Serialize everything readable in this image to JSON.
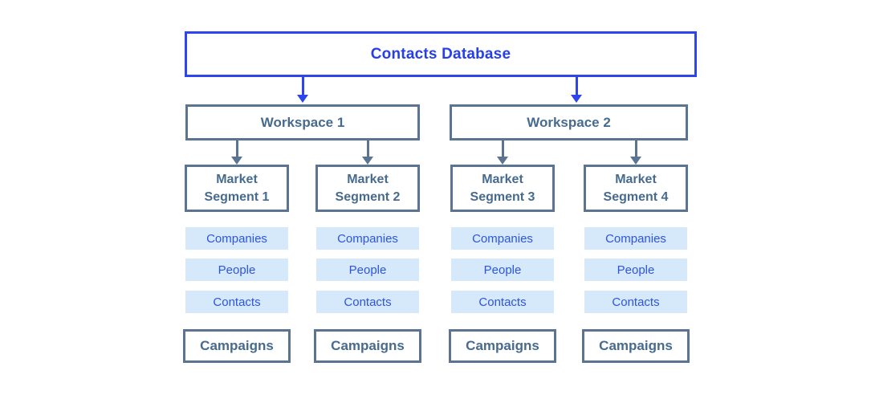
{
  "title": {
    "label": "Contacts Database"
  },
  "workspaces": [
    {
      "label": "Workspace 1"
    },
    {
      "label": "Workspace 2"
    }
  ],
  "columns": [
    {
      "segment_label": "Market Segment 1",
      "lists": [
        "Companies",
        "People",
        "Contacts"
      ],
      "campaigns_label": "Campaigns"
    },
    {
      "segment_label": "Market Segment 2",
      "lists": [
        "Companies",
        "People",
        "Contacts"
      ],
      "campaigns_label": "Campaigns"
    },
    {
      "segment_label": "Market Segment 3",
      "lists": [
        "Companies",
        "People",
        "Contacts"
      ],
      "campaigns_label": "Campaigns"
    },
    {
      "segment_label": "Market Segment 4",
      "lists": [
        "Companies",
        "People",
        "Contacts"
      ],
      "campaigns_label": "Campaigns"
    }
  ],
  "colors": {
    "accent_blue": "#2e45ee",
    "title_text_blue": "#2540ea",
    "list_fill_light_blue": "#d6e9fb",
    "list_text_blue": "#2c54e6",
    "slate_border": "#5b7491",
    "slate_text": "#476b8e",
    "background": "#ffffff"
  }
}
